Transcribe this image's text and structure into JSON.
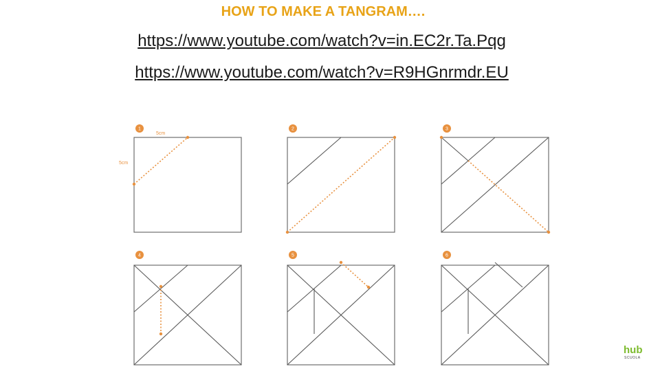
{
  "header": {
    "title": "HOW TO MAKE A TANGRAM….",
    "link_1": "https://www.youtube.com/watch?v=in.EC2r.Ta.Pqg",
    "link_2": "https://www.youtube.com/watch?v=R9HGnrmdr.EU"
  },
  "steps": [
    {
      "number": "1",
      "label_top": "5cm",
      "label_left": "5cm"
    },
    {
      "number": "2"
    },
    {
      "number": "3"
    },
    {
      "number": "4"
    },
    {
      "number": "5"
    },
    {
      "number": "6"
    }
  ],
  "logo": {
    "main": "hub",
    "sub": "SCUOLA"
  },
  "colors": {
    "title": "#e8a317",
    "accent": "#e8913f",
    "logo": "#7dbb2e"
  }
}
